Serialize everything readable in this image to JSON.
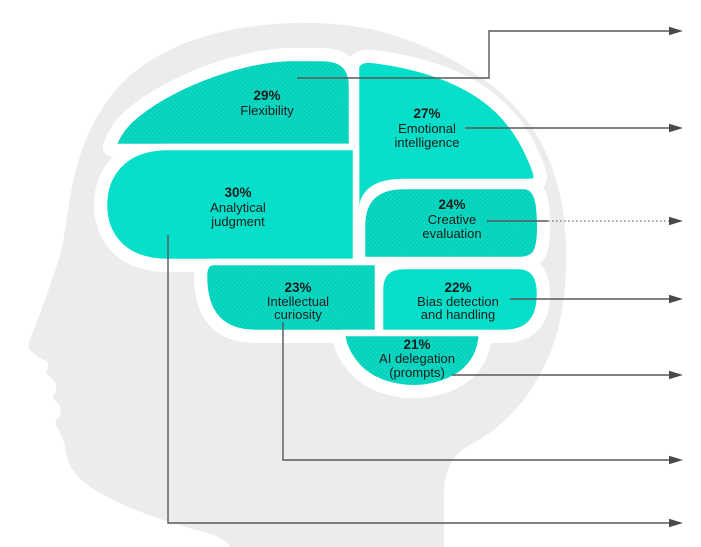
{
  "figure": {
    "type": "brain-skills-infographic",
    "regions": [
      {
        "id": "flexibility",
        "percent": "29%",
        "label_line1": "Flexibility",
        "label_line2": "",
        "textured": true
      },
      {
        "id": "emotional-intelligence",
        "percent": "27%",
        "label_line1": "Emotional",
        "label_line2": "intelligence",
        "textured": false
      },
      {
        "id": "analytical-judgment",
        "percent": "30%",
        "label_line1": "Analytical",
        "label_line2": "judgment",
        "textured": false
      },
      {
        "id": "creative-evaluation",
        "percent": "24%",
        "label_line1": "Creative",
        "label_line2": "evaluation",
        "textured": true
      },
      {
        "id": "intellectual-curiosity",
        "percent": "23%",
        "label_line1": "Intellectual",
        "label_line2": "curiosity",
        "textured": true
      },
      {
        "id": "bias-detection",
        "percent": "22%",
        "label_line1": "Bias detection",
        "label_line2": "and handling",
        "textured": false
      },
      {
        "id": "ai-delegation",
        "percent": "21%",
        "label_line1": "AI delegation",
        "label_line2": "(prompts)",
        "textured": true
      }
    ],
    "colors": {
      "region_solid": "#05dfc9",
      "region_dotted_base": "#0ad8c2",
      "region_dot": "#00b3a0",
      "head_silhouette": "#ececec",
      "connector_line": "#595959",
      "arrowhead": "#4a4a4a",
      "label_text": "#1c1c1c",
      "background": "#ffffff"
    }
  }
}
